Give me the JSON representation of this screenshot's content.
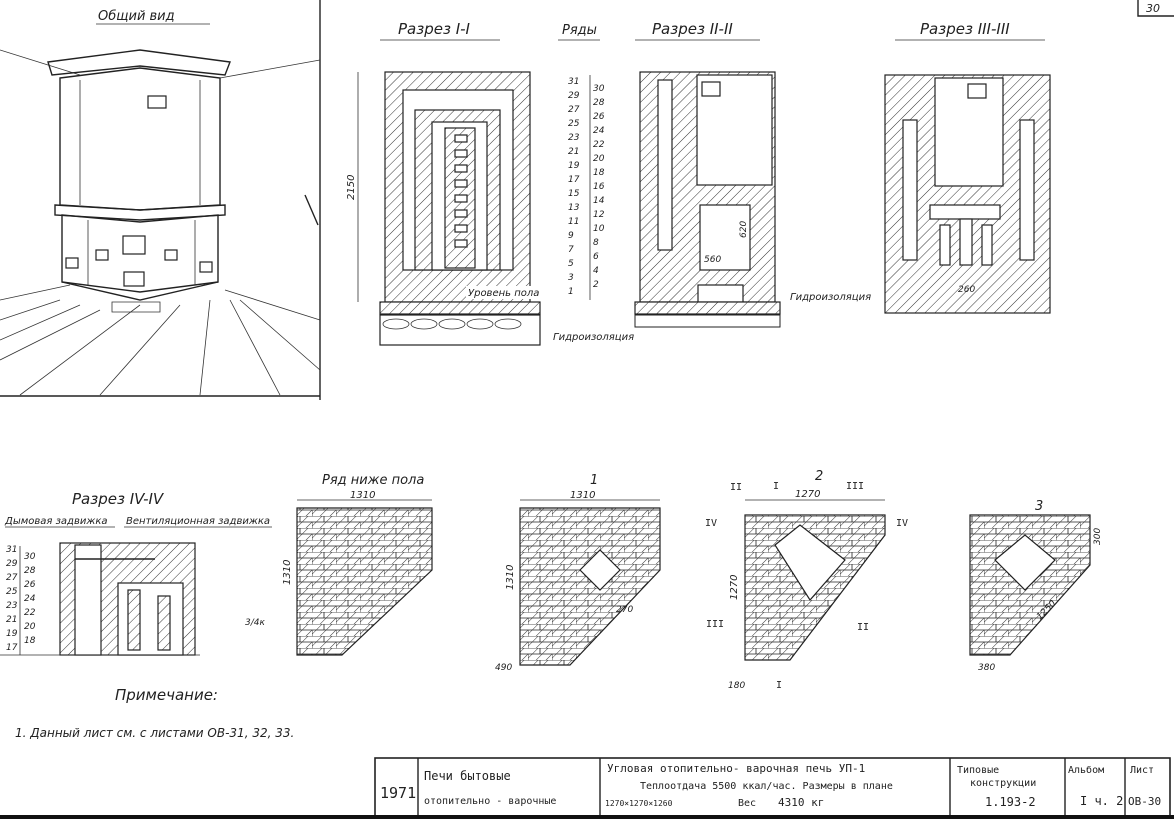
{
  "sheet_corner_number": "30",
  "perspective": {
    "title": "Общий вид"
  },
  "section_1": {
    "title": "Разрез I-I",
    "height_dim": "2150",
    "floor_level": "Уровень пола"
  },
  "rows": {
    "title": "Ряды",
    "left": [
      "31",
      "29",
      "27",
      "25",
      "23",
      "21",
      "19",
      "17",
      "15",
      "13",
      "11",
      "9",
      "7",
      "5",
      "3",
      "1"
    ],
    "right": [
      "30",
      "28",
      "26",
      "24",
      "22",
      "20",
      "18",
      "16",
      "14",
      "12",
      "10",
      "8",
      "6",
      "4",
      "2"
    ]
  },
  "section_2": {
    "title": "Разрез II-II",
    "dim_width": "560",
    "dim_height": "620"
  },
  "section_3": {
    "title": "Разрез III-III",
    "dim": "260"
  },
  "waterproofing_1": "Гидроизоляция",
  "waterproofing_2": "Гидроизоляция",
  "section_4": {
    "title": "Разрез IV-IV",
    "smoke_damper": "Дымовая задвижка",
    "vent_damper": "Вентиляционная задвижка",
    "left": [
      "31",
      "29",
      "27",
      "25",
      "23",
      "21",
      "19",
      "17"
    ],
    "right": [
      "30",
      "28",
      "26",
      "24",
      "22",
      "20",
      "18"
    ]
  },
  "plans": [
    {
      "title": "Ряд ниже пола",
      "top_dim": "1310",
      "side_dim": "1310",
      "note": "3/4к"
    },
    {
      "title": "1",
      "top_dim": "1310",
      "side_dim": "1310",
      "diag_dim": "490",
      "inner_dim": "270"
    },
    {
      "title": "2",
      "top_dim": "1270",
      "side_dim": "1270",
      "diag_dim": "180",
      "cut_marks": [
        "I",
        "II",
        "III",
        "IV",
        "I",
        "II",
        "III",
        "IV"
      ]
    },
    {
      "title": "3",
      "side_dim": "300",
      "diag_dim": "1250",
      "bottom_dim": "380"
    }
  ],
  "note": {
    "title": "Примечание:",
    "text": "1. Данный лист см. с листами ОВ-31, 32, 33."
  },
  "title_block": {
    "year": "1971",
    "category_1": "Печи бытовые",
    "category_2": "отопительно - варочные",
    "name_1": "Угловая отопительно- варочная печь УП-1",
    "name_2": "Теплоотдача 5500 ккал/час. Размеры в плане",
    "name_3": "1270×1270×1260",
    "weight_label": "Вес",
    "weight": "4310 кг",
    "series_1": "Типовые",
    "series_2": "конструкции",
    "series_code": "1.193-2",
    "album_label": "Альбом",
    "album": "I ч. 2",
    "sheet_label": "Лист",
    "sheet": "ОВ-30"
  }
}
